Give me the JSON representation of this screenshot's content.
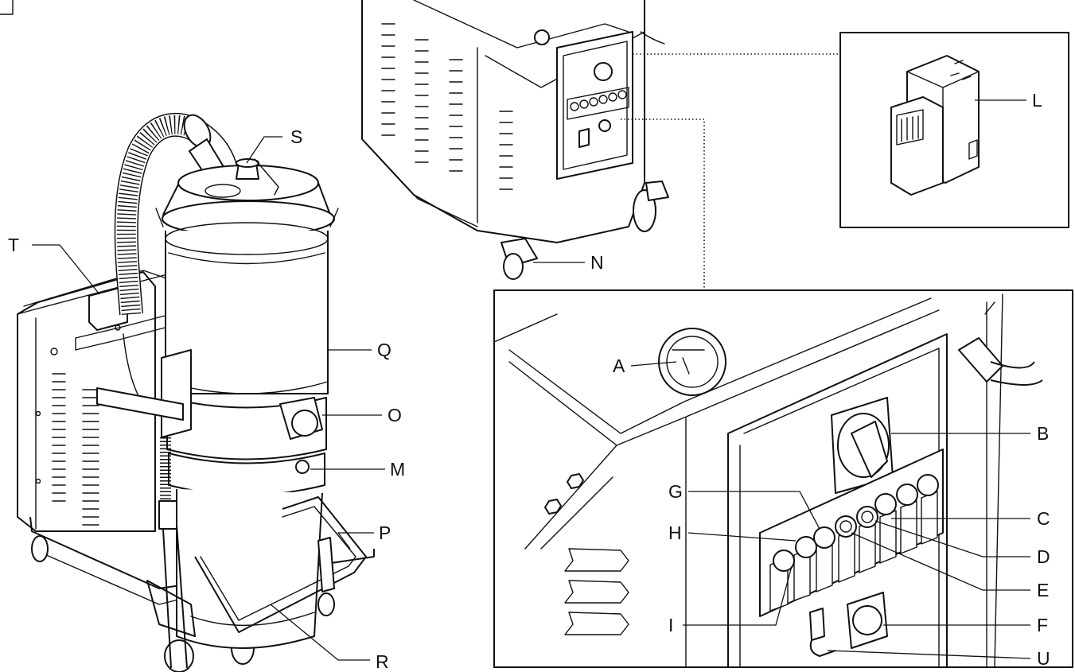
{
  "labels": {
    "A": "A",
    "B": "B",
    "C": "C",
    "D": "D",
    "E": "E",
    "F": "F",
    "G": "G",
    "H": "H",
    "I": "I",
    "L": "L",
    "M": "M",
    "N": "N",
    "O": "O",
    "P": "P",
    "Q": "Q",
    "R": "R",
    "S": "S",
    "T": "T",
    "U": "U"
  },
  "colors": {
    "ink": "#111111",
    "paper": "#ffffff"
  }
}
